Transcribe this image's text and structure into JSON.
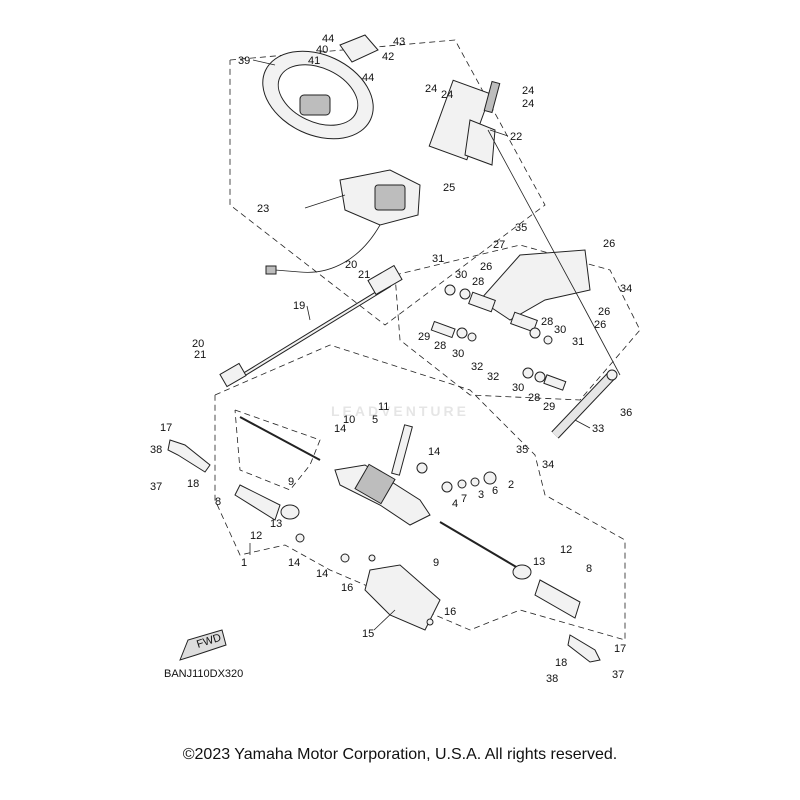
{
  "diagram_code": "BANJ110DX320",
  "copyright": "©2023 Yamaha Motor Corporation, U.S.A. All rights reserved.",
  "watermark": "LEADVENTURE",
  "fwd_label": "FWD",
  "callouts": {
    "c43": "43",
    "c44a": "44",
    "c40": "40",
    "c42": "42",
    "c41": "41",
    "c44b": "44",
    "c39": "39",
    "c24a": "24",
    "c24b": "24",
    "c24c": "24",
    "c24d": "24",
    "c22": "22",
    "c25": "25",
    "c23": "23",
    "c35a": "35",
    "c27": "27",
    "c26a": "26",
    "c26b": "26",
    "c31a": "31",
    "c30a": "30",
    "c28a": "28",
    "c34a": "34",
    "c26c": "26",
    "c26d": "26",
    "c20a": "20",
    "c21a": "21",
    "c19": "19",
    "c29a": "29",
    "c28b": "28",
    "c30b": "30",
    "c32a": "32",
    "c28c": "28",
    "c30c": "30",
    "c31b": "31",
    "c32b": "32",
    "c30d": "30",
    "c28d": "28",
    "c29b": "29",
    "c20b": "20",
    "c21b": "21",
    "c11": "11",
    "c5": "5",
    "c10": "10",
    "c14a": "14",
    "c36": "36",
    "c33": "33",
    "c35b": "35",
    "c34b": "34",
    "c17a": "17",
    "c38a": "38",
    "c37a": "37",
    "c18a": "18",
    "c8a": "8",
    "c9a": "9",
    "c14b": "14",
    "c4": "4",
    "c7": "7",
    "c3": "3",
    "c6": "6",
    "c2": "2",
    "c13a": "13",
    "c12a": "12",
    "c1": "1",
    "c14c": "14",
    "c14d": "14",
    "c16a": "16",
    "c9b": "9",
    "c13b": "13",
    "c12b": "12",
    "c8b": "8",
    "c15": "15",
    "c16b": "16",
    "c17b": "17",
    "c18b": "18",
    "c38b": "38",
    "c37b": "37"
  }
}
